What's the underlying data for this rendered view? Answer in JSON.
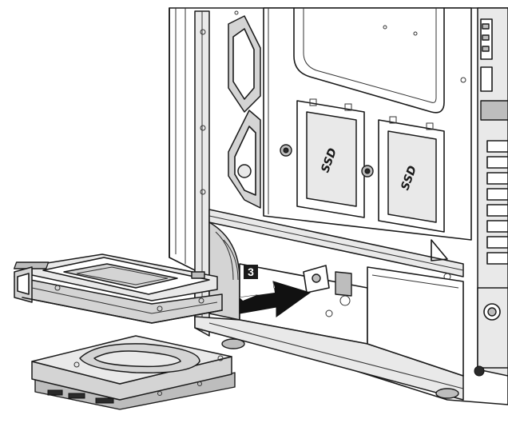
{
  "step_label": "3",
  "ssd_labels": [
    "SSD",
    "SSD"
  ],
  "colors": {
    "outline": "#1a1a1a",
    "arrow": "#111111",
    "step_badge": "#1a1a1a",
    "panel_shade": "#d4d4d4"
  },
  "icons": {
    "insert_arrow": "right-arrow-icon"
  }
}
